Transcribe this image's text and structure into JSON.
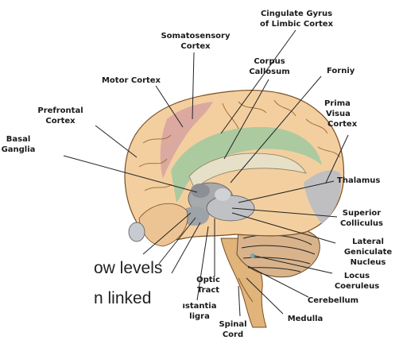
{
  "labels": {
    "cingulate_l1": "Cingulate Gyrus",
    "cingulate_l2": "of Limbic Cortex",
    "somato_l1": "Somatosensory",
    "somato_l2": "Cortex",
    "corpus_l1": "Corpus",
    "corpus_l2": "Callosum",
    "fornix": "Forniy",
    "motor": "Motor Cortex",
    "prefrontal_l1": "Prefrontal",
    "prefrontal_l2": "Cortex",
    "basal_l1": "Basal",
    "basal_l2": "Ganglia",
    "visual_l1": "Prima",
    "visual_l2": "Visua",
    "visual_l3": "Cortex",
    "thalamus": "Thalamus",
    "superior_l1": "Superior",
    "superior_l2": "Colliculus",
    "lateral_l1": "Lateral",
    "lateral_l2": "Geniculate",
    "lateral_l3": "Nucleus",
    "locus_l1": "Locus",
    "locus_l2": "Coeruleus",
    "cerebellum": "Cerebellum",
    "medulla": "Medulla",
    "optic_l1": "Optic",
    "optic_l2": "Tract",
    "substantia_l1": "ıstantia",
    "substantia_l2": "ligra",
    "spinal_l1": "Spinal",
    "spinal_l2": "Cord"
  },
  "caption": {
    "line1": "ow levels",
    "line2": "n linked"
  }
}
